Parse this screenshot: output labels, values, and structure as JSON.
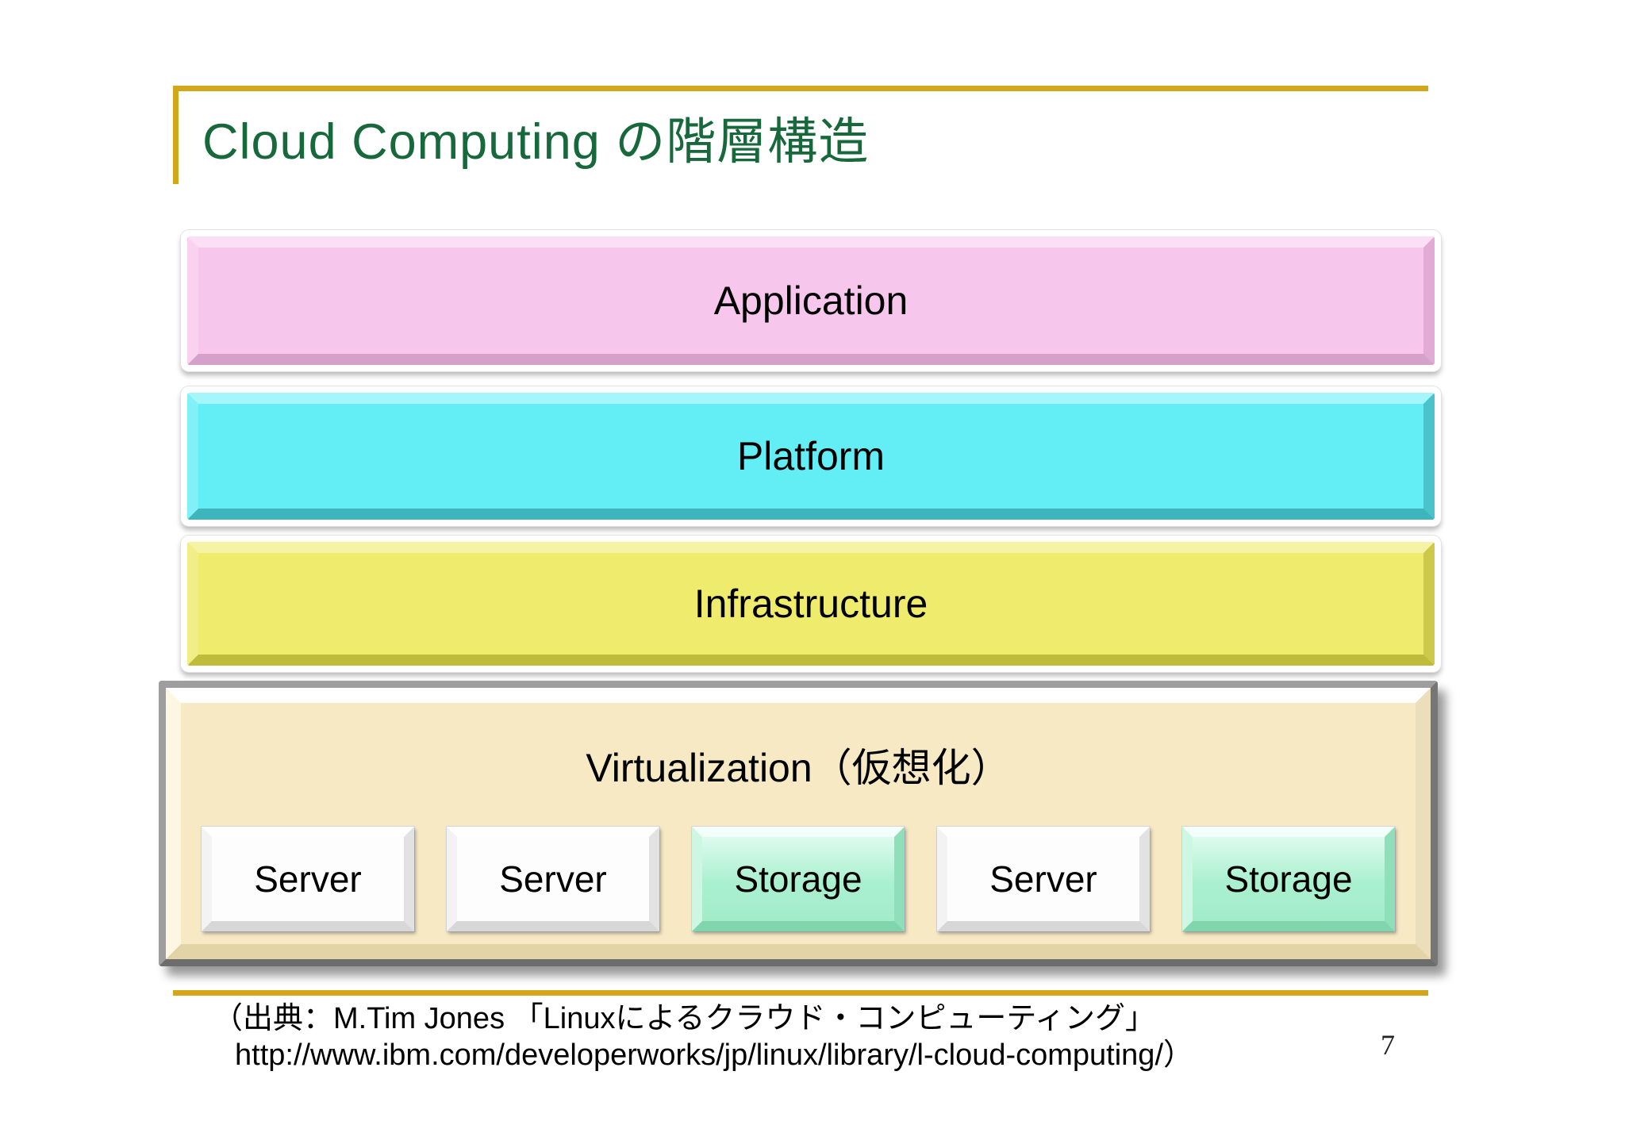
{
  "slide": {
    "title": "Cloud Computing の階層構造",
    "layers": [
      {
        "label": "Application",
        "fill": "#f6c6ec"
      },
      {
        "label": "Platform",
        "fill": "#63eef5"
      },
      {
        "label": "Infrastructure",
        "fill": "#eeeb6d"
      }
    ],
    "virtualization": {
      "label": "Virtualization（仮想化）",
      "fill": "#f6e9c4",
      "chips": [
        {
          "label": "Server",
          "kind": "server",
          "fill": "#fdfdfd"
        },
        {
          "label": "Server",
          "kind": "server",
          "fill": "#fdfdfd"
        },
        {
          "label": "Storage",
          "kind": "storage",
          "fill": "#a9f0cf"
        },
        {
          "label": "Server",
          "kind": "server",
          "fill": "#fdfdfd"
        },
        {
          "label": "Storage",
          "kind": "storage",
          "fill": "#a9f0cf"
        }
      ]
    },
    "footer": {
      "citation_line1": "（出典：M.Tim Jones 「Linuxによるクラウド・コンピューティング」",
      "citation_line2": "http://www.ibm.com/developerworks/jp/linux/library/l-cloud-computing/）",
      "page_number": "7"
    },
    "colors": {
      "title_text": "#17693c",
      "accent_gold": "#d2a71c",
      "layer_text": "#000000",
      "virtualization_border": "#8c8c8c"
    }
  }
}
